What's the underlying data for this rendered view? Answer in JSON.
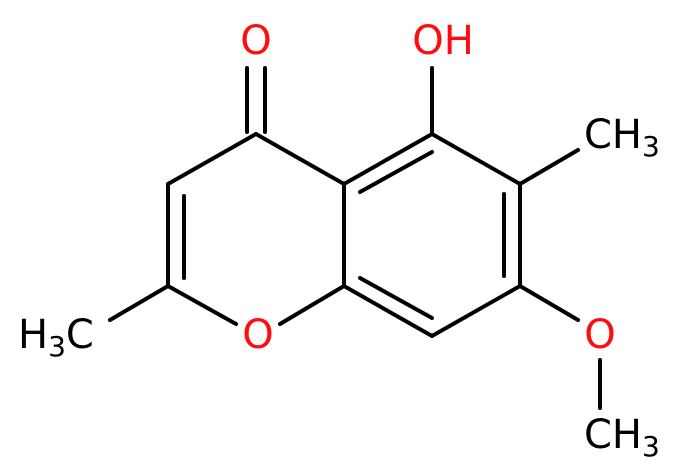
{
  "molecule": {
    "colors": {
      "bond": "#000000",
      "carbon": "#000000",
      "oxygen": "#ff0d0d"
    },
    "labels": {
      "ketone_oxygen": {
        "symbol": "O"
      },
      "hydroxyl": {
        "symbol": "OH"
      },
      "methyl_c6": {
        "symbol": "CH",
        "subscript": "3"
      },
      "methyl_c2": {
        "symbol": "H",
        "subscript": "3",
        "suffix": "C"
      },
      "ring_oxygen": {
        "symbol": "O"
      },
      "methoxy_oxygen": {
        "symbol": "O"
      },
      "methoxy_methyl": {
        "symbol": "CH",
        "subscript": "3"
      }
    }
  }
}
